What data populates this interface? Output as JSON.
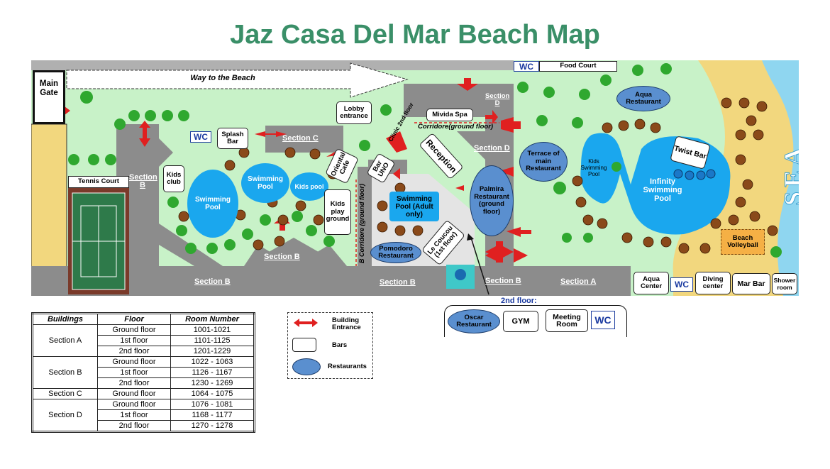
{
  "title": "Jaz Casa Del Mar Beach Map",
  "map": {
    "main_gate": "Main Gate",
    "way_to_beach": "Way to the Beach",
    "wc": "WC",
    "food_court": "Food Court",
    "tennis_court": "Tennis Court",
    "kids_club": "Kids club",
    "splash_bar": "Splash Bar",
    "lobby_entrance": "Lobby entrance",
    "clinic": "Clinic 2nd floor",
    "mivida_spa": "Mivida Spa",
    "corridor_ground": "Corridore(ground floor)",
    "reception": "Reception",
    "oriental_cafe": "Oriental Cafe",
    "bar_uno": "Bar UNO",
    "swimming_pool": "Swimming Pool",
    "kids_pool": "Kids pool",
    "kids_playground": "Kids play ground",
    "adult_pool": "Swimming Pool (Adult only)",
    "pomodoro": "Pomodoro Restaurant",
    "le_coucou": "Le Coucou (1st floor)",
    "corridor_b": "B Corridore (ground floor)",
    "palmira": "Palmira Restaurant (ground floor)",
    "terrace": "Terrace of main Restaurant",
    "aqua_restaurant": "Aqua Restaurant",
    "kids_swimming_pool": "Kids Swimming Pool",
    "infinity_pool": "Infinity Swimming Pool",
    "twist_bar": "Twist Bar",
    "sea": "SEA",
    "beach_volleyball": "Beach Volleyball",
    "aqua_center": "Aqua Center",
    "diving_center": "Diving center",
    "mar_bar": "Mar Bar",
    "shower_room": "Shower room",
    "section_a": "Section A",
    "section_b": "Section B",
    "section_b_short": "Section B",
    "section_c": "Section C",
    "section_d": "Section D",
    "second_floor": "2nd floor:",
    "oscar": "Oscar Restaurant",
    "gym": "GYM",
    "meeting_room": "Meeting Room"
  },
  "table": {
    "headers": [
      "Buildings",
      "Floor",
      "Room Number"
    ],
    "sections": [
      {
        "name": "Section A",
        "rows": [
          [
            "Ground floor",
            "1001-1021"
          ],
          [
            "1st floor",
            "1101-1125"
          ],
          [
            "2nd floor",
            "1201-1229"
          ]
        ]
      },
      {
        "name": "Section B",
        "rows": [
          [
            "Ground floor",
            "1022 - 1063"
          ],
          [
            "1st floor",
            "1126 - 1167"
          ],
          [
            "2nd floor",
            "1230 - 1269"
          ]
        ]
      },
      {
        "name": "Section C",
        "rows": [
          [
            "Ground floor",
            "1064 - 1075"
          ]
        ]
      },
      {
        "name": "Section D",
        "rows": [
          [
            "Ground floor",
            "1076 - 1081"
          ],
          [
            "1st floor",
            "1168 - 1177"
          ],
          [
            "2nd floor",
            "1270 - 1278"
          ]
        ]
      }
    ]
  },
  "legend": {
    "building_entrance": "Building Entrance",
    "bars": "Bars",
    "restaurants": "Restaurants"
  },
  "colors": {
    "title": "#3a8f68",
    "grass": "#c8f2c8",
    "road": "#8c8c8c",
    "pool": "#1aa7ee",
    "restaurant": "#5a8fcf",
    "sand": "#f2d77e",
    "arrow": "#e02020"
  }
}
